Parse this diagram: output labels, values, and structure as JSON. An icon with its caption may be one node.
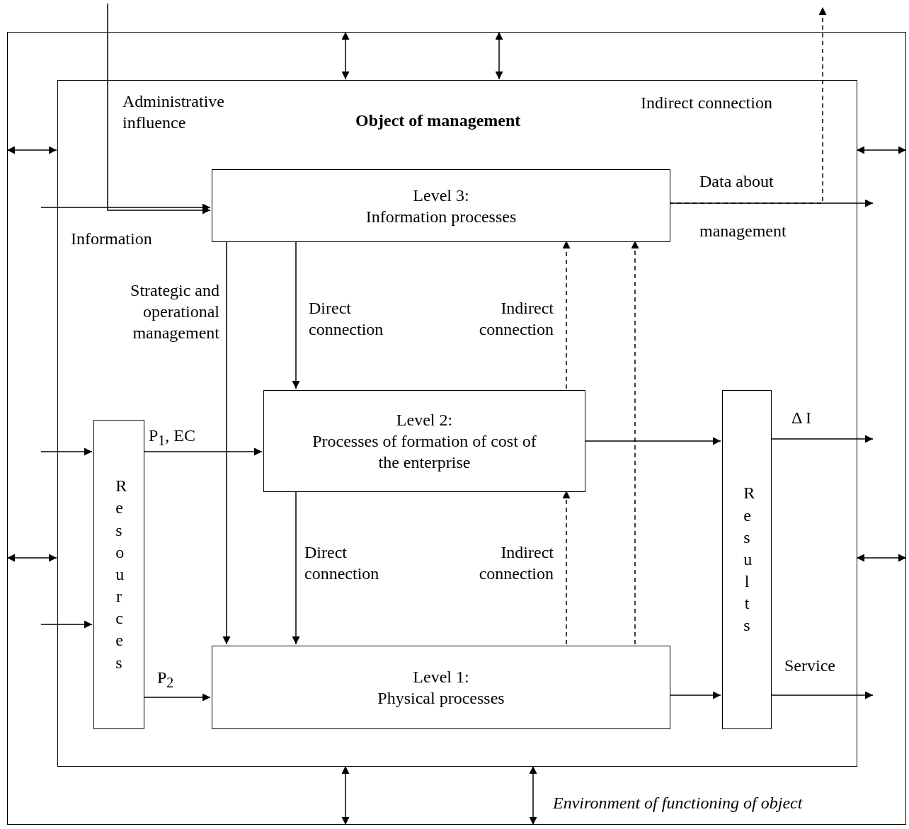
{
  "diagram": {
    "nodes": [
      {
        "text": [
          "Environment of functioning of object"
        ]
      },
      {
        "text": [
          "Object of management"
        ],
        "in": 0
      },
      {
        "text": [
          "Level 3:",
          "Information processes"
        ],
        "in": 1
      },
      {
        "text": [
          "Level 2:",
          "Processes of formation of cost of the enterprise"
        ],
        "in": 1
      },
      {
        "text": [
          "Level 1:",
          "Physical processes"
        ],
        "in": 1
      },
      {
        "text": [
          "Resources"
        ],
        "in": 1
      },
      {
        "text": [
          "Results"
        ],
        "in": 1
      }
    ],
    "edges": [
      {
        "from": null,
        "to": 2,
        "arrow": "to",
        "label": "Administrative influence"
      },
      {
        "from": null,
        "to": 2,
        "arrow": "to",
        "label": "Information"
      },
      {
        "from": 2,
        "to": null,
        "arrow": "to",
        "label": "Data about management"
      },
      {
        "from": 2,
        "to": null,
        "arrow": "to",
        "style": "dashed",
        "label": "Indirect connection"
      },
      {
        "from": 2,
        "to": 4,
        "arrow": "to",
        "label": "Strategic and operational management"
      },
      {
        "from": 2,
        "to": 3,
        "arrow": "to",
        "label": "Direct connection"
      },
      {
        "from": 3,
        "to": 2,
        "arrow": "to",
        "style": "dashed",
        "label": "Indirect connection"
      },
      {
        "from": 4,
        "to": 2,
        "arrow": "to",
        "style": "dashed"
      },
      {
        "from": 3,
        "to": 4,
        "arrow": "to",
        "label": "Direct connection"
      },
      {
        "from": 4,
        "to": 3,
        "arrow": "to",
        "style": "dashed",
        "label": "Indirect connection"
      },
      {
        "from": null,
        "to": 5,
        "arrow": "to"
      },
      {
        "from": null,
        "to": 5,
        "arrow": "to"
      },
      {
        "from": 5,
        "to": 3,
        "arrow": "to",
        "label": "P$_{1}$, EC"
      },
      {
        "from": 5,
        "to": 4,
        "arrow": "to",
        "label": "P$_{2}$"
      },
      {
        "from": 3,
        "to": 6,
        "arrow": "to"
      },
      {
        "from": 4,
        "to": 6,
        "arrow": "to"
      },
      {
        "from": 6,
        "to": null,
        "arrow": "to",
        "label": "Δ I"
      },
      {
        "from": 6,
        "to": null,
        "arrow": "to",
        "label": "Service"
      },
      {
        "from": 0,
        "to": 1,
        "arrow": "both"
      },
      {
        "from": 0,
        "to": 1,
        "arrow": "both"
      },
      {
        "from": 0,
        "to": 1,
        "arrow": "both"
      },
      {
        "from": 0,
        "to": 1,
        "arrow": "both"
      },
      {
        "from": 0,
        "to": 1,
        "arrow": "both"
      },
      {
        "from": 0,
        "to": 1,
        "arrow": "both"
      },
      {
        "from": 0,
        "to": 1,
        "arrow": "both"
      },
      {
        "from": 0,
        "to": 1,
        "arrow": "both"
      }
    ]
  }
}
